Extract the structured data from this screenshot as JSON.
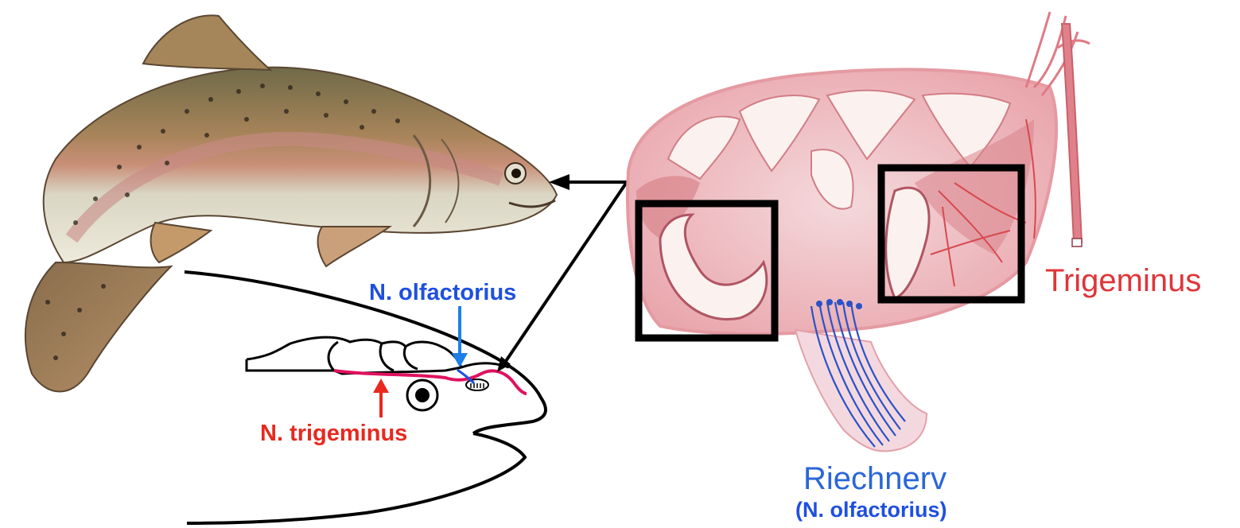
{
  "labels": {
    "olfactorius_top": "N. olfactorius",
    "trigeminus_head": "N. trigeminus",
    "trigeminus_right": "Trigeminus",
    "riechnerv": "Riechnerv",
    "riechnerv_latin": "(N. olfactorius)"
  },
  "colors": {
    "olfactorius_blue": "#1e4fe0",
    "riechnerv_blue": "#2a66d8",
    "trigeminus_red": "#e8291f",
    "trigeminus_right_red": "#e0343a",
    "nerve_red": "#e0115f",
    "outline": "#000000"
  }
}
